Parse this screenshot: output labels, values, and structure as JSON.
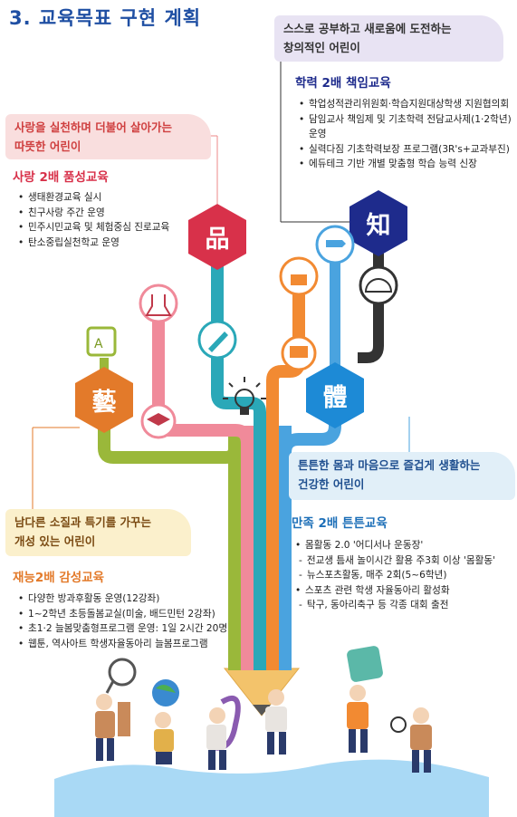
{
  "title": "3. 교육목표 구현 계획",
  "goals": {
    "creative": {
      "box_line1": "스스로 공부하고 새로움에 도전하는",
      "box_line2": "창의적인 어린이",
      "heading": "학력 2배 책임교육",
      "items": [
        {
          "type": "b",
          "text": "학업성적관리위원회·학습지원대상학생 지원협의회"
        },
        {
          "type": "b",
          "text": "담임교사 책임제 및 기초학력 전담교사제(1·2학년)"
        },
        {
          "type": "c",
          "text": "운영"
        },
        {
          "type": "b",
          "text": "실력다짐 기초학력보장 프로그램(3R's+교과부진)"
        },
        {
          "type": "b",
          "text": "에듀테크 기반 개별 맞춤형 학습 능력 신장"
        }
      ],
      "hex_char": "知",
      "color": "#1e2b8c"
    },
    "warm": {
      "box_line1": "사랑을 실천하며 더불어 살아가는",
      "box_line2": "따뜻한 어린이",
      "heading": "사랑 2배 품성교육",
      "items": [
        {
          "type": "b",
          "text": "생태환경교육 실시"
        },
        {
          "type": "b",
          "text": "친구사랑 주간 운영"
        },
        {
          "type": "b",
          "text": "민주시민교육 및 체험중심 진로교육"
        },
        {
          "type": "b",
          "text": "탄소중립실천학교 운영"
        }
      ],
      "hex_char": "品",
      "color": "#d8314a"
    },
    "healthy": {
      "box_line1": "튼튼한 몸과 마음으로 즐겁게 생활하는",
      "box_line2": "건강한 어린이",
      "heading": "만족 2배 튼튼교육",
      "items": [
        {
          "type": "b",
          "text": "몸활동 2.0 '어디서나 운동장'"
        },
        {
          "type": "s",
          "text": "전교생 틈새 놀이시간 활용 주3회 이상 '몸활동'"
        },
        {
          "type": "s",
          "text": "뉴스포츠활동, 매주 2회(5~6학년)"
        },
        {
          "type": "b",
          "text": "스포츠 관련 학생 자율동아리 활성화"
        },
        {
          "type": "s",
          "text": "탁구, 동아리축구 등 각종 대회 출전"
        }
      ],
      "hex_char": "體",
      "color": "#1d8ad6"
    },
    "talent": {
      "box_line1": "남다른 소질과 특기를 가꾸는",
      "box_line2": "개성 있는 어린이",
      "heading": "재능2배 감성교육",
      "items": [
        {
          "type": "b",
          "text": "다양한 방과후활동 운영(12강좌)"
        },
        {
          "type": "b",
          "text": "1~2학년 초등돌봄교실(미술, 배드민턴 2강좌)"
        },
        {
          "type": "b",
          "text": "초1·2 늘봄맞춤형프로그램 운영: 1일 2시간 20명"
        },
        {
          "type": "b",
          "text": "웹툰, 역사아트 학생자율동아리 늘봄프로그램"
        }
      ],
      "hex_char": "藝",
      "color": "#e37a2a"
    }
  },
  "colors": {
    "title": "#1f4fa3",
    "creative_branch": "#2b2b2b",
    "health_branch": "#4aa3df",
    "warm_branch": "#2aa8b8",
    "art_branch": "#9ab83a",
    "pink_branch": "#f08a9a",
    "orange_branch": "#f28a32",
    "ground": "#9fd3f2"
  },
  "icons": [
    "book-pen-icon",
    "lab-flask-icon",
    "graduation-cap-icon",
    "globe-pen-icon",
    "lightbulb-icon",
    "paint-brush-cup-icon",
    "computer-icon",
    "direction-sign-icon",
    "protractor-icon",
    "children-illustration"
  ]
}
